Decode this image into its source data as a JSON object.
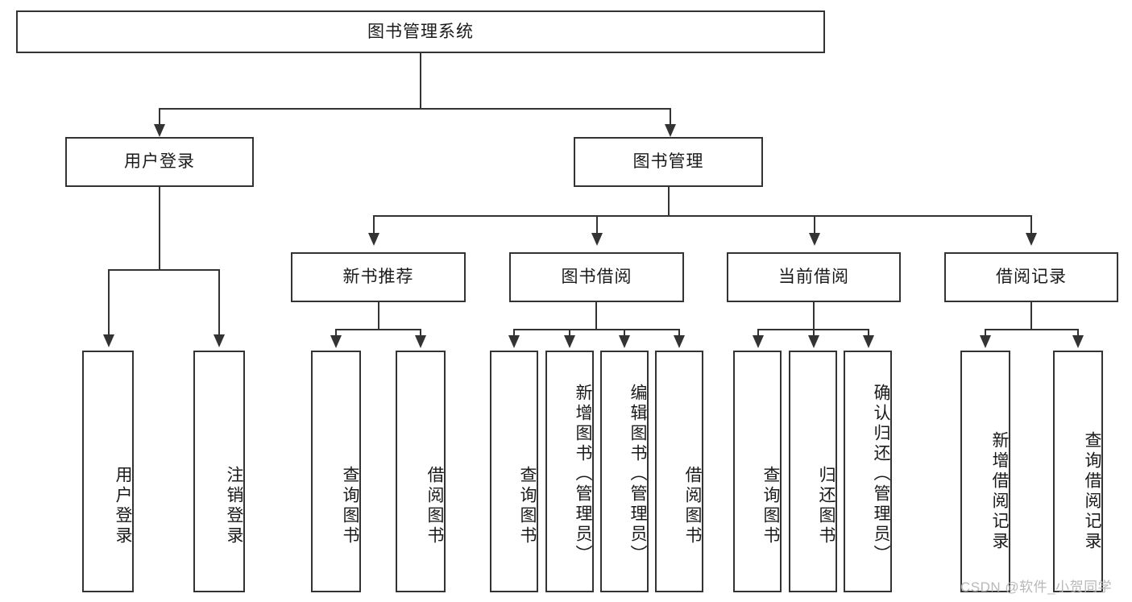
{
  "diagram": {
    "title": "图书管理系统",
    "type": "hierarchy-tree",
    "root": {
      "label": "图书管理系统"
    },
    "level2": [
      {
        "label": "用户登录"
      },
      {
        "label": "图书管理"
      }
    ],
    "level3": [
      {
        "label": "新书推荐"
      },
      {
        "label": "图书借阅"
      },
      {
        "label": "当前借阅"
      },
      {
        "label": "借阅记录"
      }
    ],
    "leaves": {
      "user_login": [
        {
          "label": "用户登录"
        },
        {
          "label": "注销登录"
        }
      ],
      "new_book_recommend": [
        {
          "label": "查询图书"
        },
        {
          "label": "借阅图书"
        }
      ],
      "book_borrow": [
        {
          "label": "查询图书"
        },
        {
          "label": "新增图书（管理员）"
        },
        {
          "label": "编辑图书（管理员）"
        },
        {
          "label": "借阅图书"
        }
      ],
      "current_borrow": [
        {
          "label": "查询图书"
        },
        {
          "label": "归还图书"
        },
        {
          "label": "确认归还（管理员）"
        }
      ],
      "borrow_record": [
        {
          "label": "新增借阅记录"
        },
        {
          "label": "查询借阅记录"
        }
      ]
    }
  },
  "watermark": {
    "text": "CSDN @软件_小贺同学"
  },
  "colors": {
    "border": "#333333",
    "text": "#1a1a1a",
    "background": "#ffffff",
    "watermark": "#b8b8b8"
  }
}
